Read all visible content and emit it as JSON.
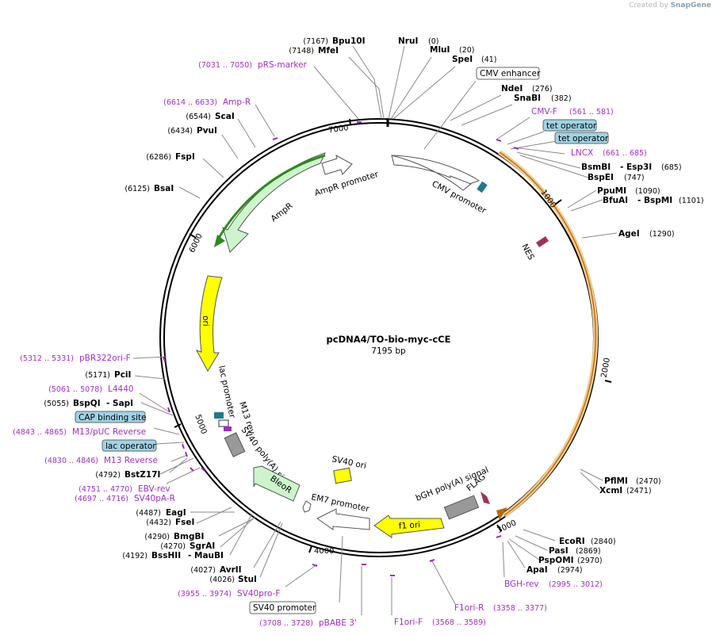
{
  "credit": {
    "prefix": "Created by",
    "brand": "SnapGene"
  },
  "plasmid": {
    "name": "pcDNA4/TO-bio-myc-cCE",
    "length_label": "7195 bp"
  },
  "ticks": [
    "1000",
    "2000",
    "3000",
    "4000",
    "5000",
    "6000",
    "7000"
  ],
  "enzymes": {
    "bpu10i": {
      "name": "Bpu10I",
      "pos": "(7167)"
    },
    "mfei": {
      "name": "MfeI",
      "pos": "(7148)"
    },
    "nrui": {
      "name": "NruI",
      "pos": "(0)"
    },
    "mlui": {
      "name": "MluI",
      "pos": "(20)"
    },
    "spei": {
      "name": "SpeI",
      "pos": "(41)"
    },
    "ndei": {
      "name": "NdeI",
      "pos": "(276)"
    },
    "snabi": {
      "name": "SnaBI",
      "pos": "(382)"
    },
    "bsmbi": {
      "name": "BsmBI",
      "name2": "- Esp3I",
      "pos": "(685)"
    },
    "bspei": {
      "name": "BspEI",
      "pos": "(747)"
    },
    "ppumi": {
      "name": "PpuMI",
      "pos": "(1090)"
    },
    "bfuai": {
      "name": "BfuAI",
      "name2": "- BspMI",
      "pos": "(1101)"
    },
    "agei": {
      "name": "AgeI",
      "pos": "(1290)"
    },
    "pflmi": {
      "name": "PflMI",
      "pos": "(2470)"
    },
    "xcmi": {
      "name": "XcmI",
      "pos": "(2471)"
    },
    "ecori": {
      "name": "EcoRI",
      "pos": "(2840)"
    },
    "pasi": {
      "name": "PasI",
      "pos": "(2869)"
    },
    "pspomi": {
      "name": "PspOMI",
      "pos": "(2970)"
    },
    "apai": {
      "name": "ApaI",
      "pos": "(2974)"
    },
    "stui": {
      "name": "StuI",
      "pos": "(4026)"
    },
    "avrii": {
      "name": "AvrII",
      "pos": "(4027)"
    },
    "bsshii": {
      "name": "BssHII",
      "name2": "- MauBI",
      "pos": "(4192)"
    },
    "sgrai": {
      "name": "SgrAI",
      "pos": "(4270)"
    },
    "bmgbi": {
      "name": "BmgBI",
      "pos": "(4290)"
    },
    "fsei": {
      "name": "FseI",
      "pos": "(4432)"
    },
    "eagi": {
      "name": "EagI",
      "pos": "(4487)"
    },
    "bstz17i": {
      "name": "BstZ17I",
      "pos": "(4792)"
    },
    "bspqi": {
      "name": "BspQI",
      "name2": "- SapI",
      "pos": "(5055)"
    },
    "pcii": {
      "name": "PciI",
      "pos": "(5171)"
    },
    "bsai": {
      "name": "BsaI",
      "pos": "(6125)"
    },
    "fspi": {
      "name": "FspI",
      "pos": "(6286)"
    },
    "pvui": {
      "name": "PvuI",
      "pos": "(6434)"
    },
    "scai": {
      "name": "ScaI",
      "pos": "(6544)"
    }
  },
  "primers": {
    "prs_marker": {
      "name": "pRS-marker",
      "pos": "(7031 .. 7050)"
    },
    "amp_r": {
      "name": "Amp-R",
      "pos": "(6614 .. 6633)"
    },
    "cmv_f": {
      "name": "CMV-F",
      "pos": "(561 .. 581)"
    },
    "lncx": {
      "name": "LNCX",
      "pos": "(661 .. 685)"
    },
    "pbr322ori_f": {
      "name": "pBR322ori-F",
      "pos": "(5312 .. 5331)"
    },
    "l4440": {
      "name": "L4440",
      "pos": "(5061 .. 5078)"
    },
    "m13_puc_rev": {
      "name": "M13/pUC Reverse",
      "pos": "(4843 .. 4865)"
    },
    "m13_rev": {
      "name": "M13 Reverse",
      "pos": "(4830 .. 4846)"
    },
    "ebv_rev": {
      "name": "EBV-rev",
      "pos": "(4751 .. 4770)"
    },
    "sv40pa_r": {
      "name": "SV40pA-R",
      "pos": "(4697 .. 4716)"
    },
    "sv40pro_f": {
      "name": "SV40pro-F",
      "pos": "(3955 .. 3974)"
    },
    "pbabe3": {
      "name": "pBABE 3'",
      "pos": "(3708 .. 3728)"
    },
    "f1ori_f": {
      "name": "F1ori-F",
      "pos": "(3568 .. 3589)"
    },
    "f1ori_r": {
      "name": "F1ori-R",
      "pos": "(3358 .. 3377)"
    },
    "bgh_rev": {
      "name": "BGH-rev",
      "pos": "(2995 .. 3012)"
    }
  },
  "boxed_labels": {
    "cmv_enhancer": "CMV enhancer",
    "tet_operator_1": "tet operator",
    "tet_operator_2": "tet operator",
    "cap_binding_site": "CAP binding site",
    "lac_operator": "lac operator",
    "sv40_promoter": "SV40 promoter"
  },
  "features": {
    "ampr_promoter": "AmpR promoter",
    "ampr": "AmpR",
    "cmv_promoter": "CMV promoter",
    "nes": "NES",
    "ori": "ori",
    "lac_promoter": "lac promoter",
    "m13_rev": "M13 rev",
    "sv40_polya": "SV40 poly(A) signal",
    "bleor": "BleoR",
    "em7_promoter": "EM7 promoter",
    "sv40_ori": "SV40 ori",
    "bgh_polya": "bGH poly(A) signal",
    "flag": "FLAG",
    "f1_ori": "f1 ori"
  },
  "colors": {
    "primer": "#a02cc8",
    "origin": "#ffff00",
    "marker": "#ccf5cc",
    "promoter": "#ffffff",
    "tag": "#a0325a",
    "operator": "#9ed4e6",
    "polya": "#999999",
    "cds_highlight_green": "#2d8a1e",
    "cds_highlight_orange": "#f5a623"
  }
}
